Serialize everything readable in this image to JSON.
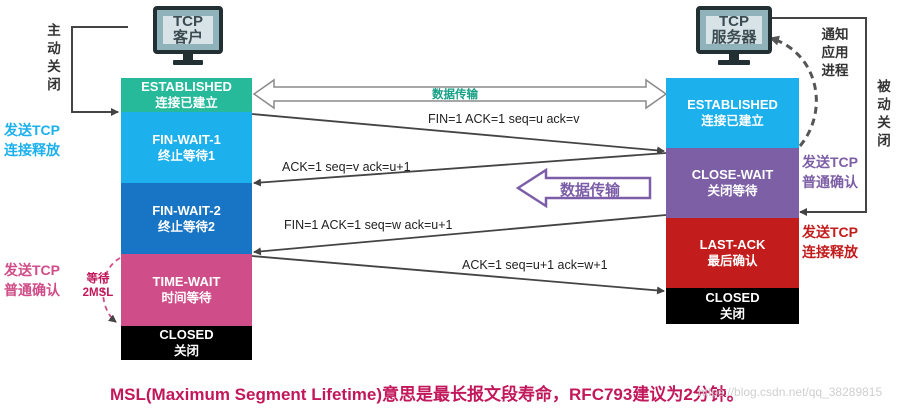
{
  "client": {
    "monitor_line1": "TCP",
    "monitor_line2": "客户"
  },
  "server": {
    "monitor_line1": "TCP",
    "monitor_line2": "服务器"
  },
  "client_states": [
    {
      "en": "ESTABLISHED",
      "cn": "连接已建立",
      "color": "#26b99a"
    },
    {
      "en": "FIN-WAIT-1",
      "cn": "终止等待1",
      "color": "#1cb0ec"
    },
    {
      "en": "FIN-WAIT-2",
      "cn": "终止等待2",
      "color": "#1874c4"
    },
    {
      "en": "TIME-WAIT",
      "cn": "时间等待",
      "color": "#cf4d88"
    },
    {
      "en": "CLOSED",
      "cn": "关闭",
      "color": "#000000"
    }
  ],
  "server_states": [
    {
      "en": "ESTABLISHED",
      "cn": "连接已建立",
      "color": "#1cb0ec"
    },
    {
      "en": "CLOSE-WAIT",
      "cn": "关闭等待",
      "color": "#7d5fa6"
    },
    {
      "en": "LAST-ACK",
      "cn": "最后确认",
      "color": "#c21c1c"
    },
    {
      "en": "CLOSED",
      "cn": "关闭",
      "color": "#000000"
    }
  ],
  "data_transfer_label": "数据传输",
  "purple_data_label": "数据传输",
  "messages": {
    "m1": "FIN=1   ACK=1   seq=u   ack=v",
    "m2": "ACK=1      seq=v      ack=u+1",
    "m3": "FIN=1      ACK=1      seq=w      ack=u+1",
    "m4": "ACK=1   seq=u+1   ack=w+1"
  },
  "client_side": {
    "active_close": [
      "主",
      "动",
      "关",
      "闭"
    ],
    "send_release_1": "发送TCP",
    "send_release_2": "连接释放",
    "send_ack_1": "发送TCP",
    "send_ack_2": "普通确认",
    "wait_1": "等待",
    "wait_2": "2MSL"
  },
  "server_side": {
    "notify_app": [
      "通知",
      "应用",
      "进程"
    ],
    "passive_close": [
      "被",
      "动",
      "关",
      "闭"
    ],
    "send_ack_1": "发送TCP",
    "send_ack_2": "普通确认",
    "send_release_1": "发送TCP",
    "send_release_2": "连接释放"
  },
  "footer": "MSL(Maximum Segment Lifetime)意思是最长报文段寿命，RFC793建议为2分钟。",
  "watermark": "https://blog.csdn.net/qq_38289815",
  "colors": {
    "client_note": "#1cb0ec",
    "server_ack_note": "#7d5fa6",
    "server_release_note": "#c21c1c",
    "client_ack_note": "#cf4d88"
  }
}
